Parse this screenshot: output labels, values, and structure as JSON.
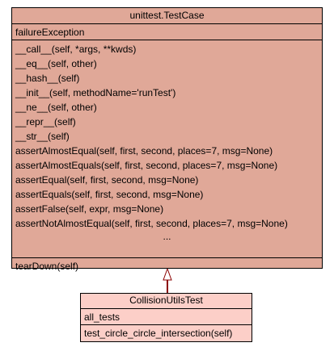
{
  "base_class": {
    "name": "unittest.TestCase",
    "attributes": [
      "failureException"
    ],
    "methods": [
      "__call__(self, *args, **kwds)",
      "__eq__(self, other)",
      "__hash__(self)",
      "__init__(self, methodName='runTest')",
      "__ne__(self, other)",
      "__repr__(self)",
      "__str__(self)",
      "assertAlmostEqual(self, first, second, places=7, msg=None)",
      "assertAlmostEquals(self, first, second, places=7, msg=None)",
      "assertEqual(self, first, second, msg=None)",
      "assertEquals(self, first, second, msg=None)",
      "assertFalse(self, expr, msg=None)",
      "assertNotAlmostEqual(self, first, second, places=7, msg=None)"
    ],
    "ellipsis": "...",
    "extra_methods": [
      "tearDown(self)"
    ]
  },
  "derived_class": {
    "name": "CollisionUtilsTest",
    "attributes": [
      "all_tests"
    ],
    "methods": [
      "test_circle_circle_intersection(self)"
    ]
  },
  "colors": {
    "base_fill": "#e0a898",
    "derived_fill": "#fccfc8",
    "arrow": "#8b0000",
    "border": "#000000"
  }
}
